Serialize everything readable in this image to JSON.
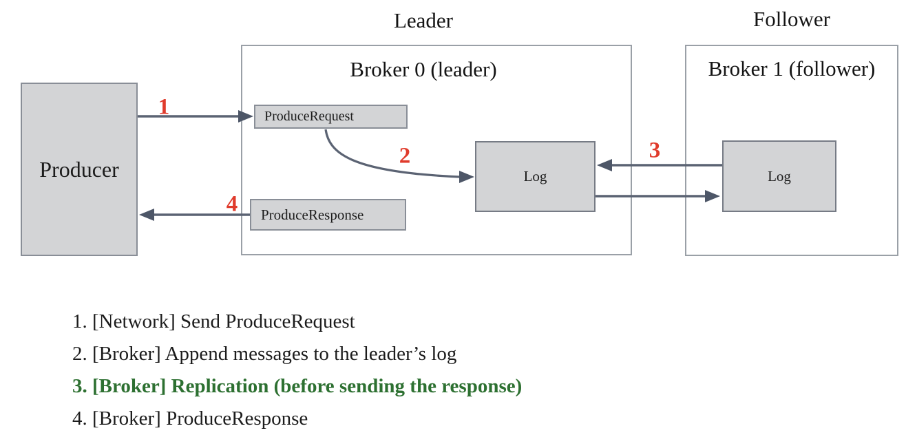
{
  "headings": {
    "leader": "Leader",
    "follower": "Follower"
  },
  "boxes": {
    "producer": {
      "label": "Producer"
    },
    "broker0": {
      "title": "Broker 0 (leader)"
    },
    "broker1": {
      "title": "Broker 1 (follower)"
    },
    "produce_request": {
      "label": "ProduceRequest"
    },
    "produce_response": {
      "label": "ProduceResponse"
    },
    "leader_log": {
      "label": "Log"
    },
    "follower_log": {
      "label": "Log"
    }
  },
  "steps": {
    "one": "1",
    "two": "2",
    "three": "3",
    "four": "4"
  },
  "legend": [
    {
      "text": "1. [Network] Send ProduceRequest",
      "highlight": false
    },
    {
      "text": "2. [Broker] Append messages to the leader’s log",
      "highlight": false
    },
    {
      "text": "3. [Broker] Replication (before sending the response)",
      "highlight": true
    },
    {
      "text": "4. [Broker] ProduceResponse",
      "highlight": false
    }
  ],
  "colors": {
    "step_number_red": "#e03b2c",
    "highlight_green": "#2d7031",
    "arrow_line": "#5b6373",
    "arrow_head": "#4d5667",
    "box_fill": "#d3d4d6",
    "box_border": "#898e97",
    "broker_border": "#9aa0a7",
    "text": "#1c1c1c",
    "background": "#ffffff"
  }
}
